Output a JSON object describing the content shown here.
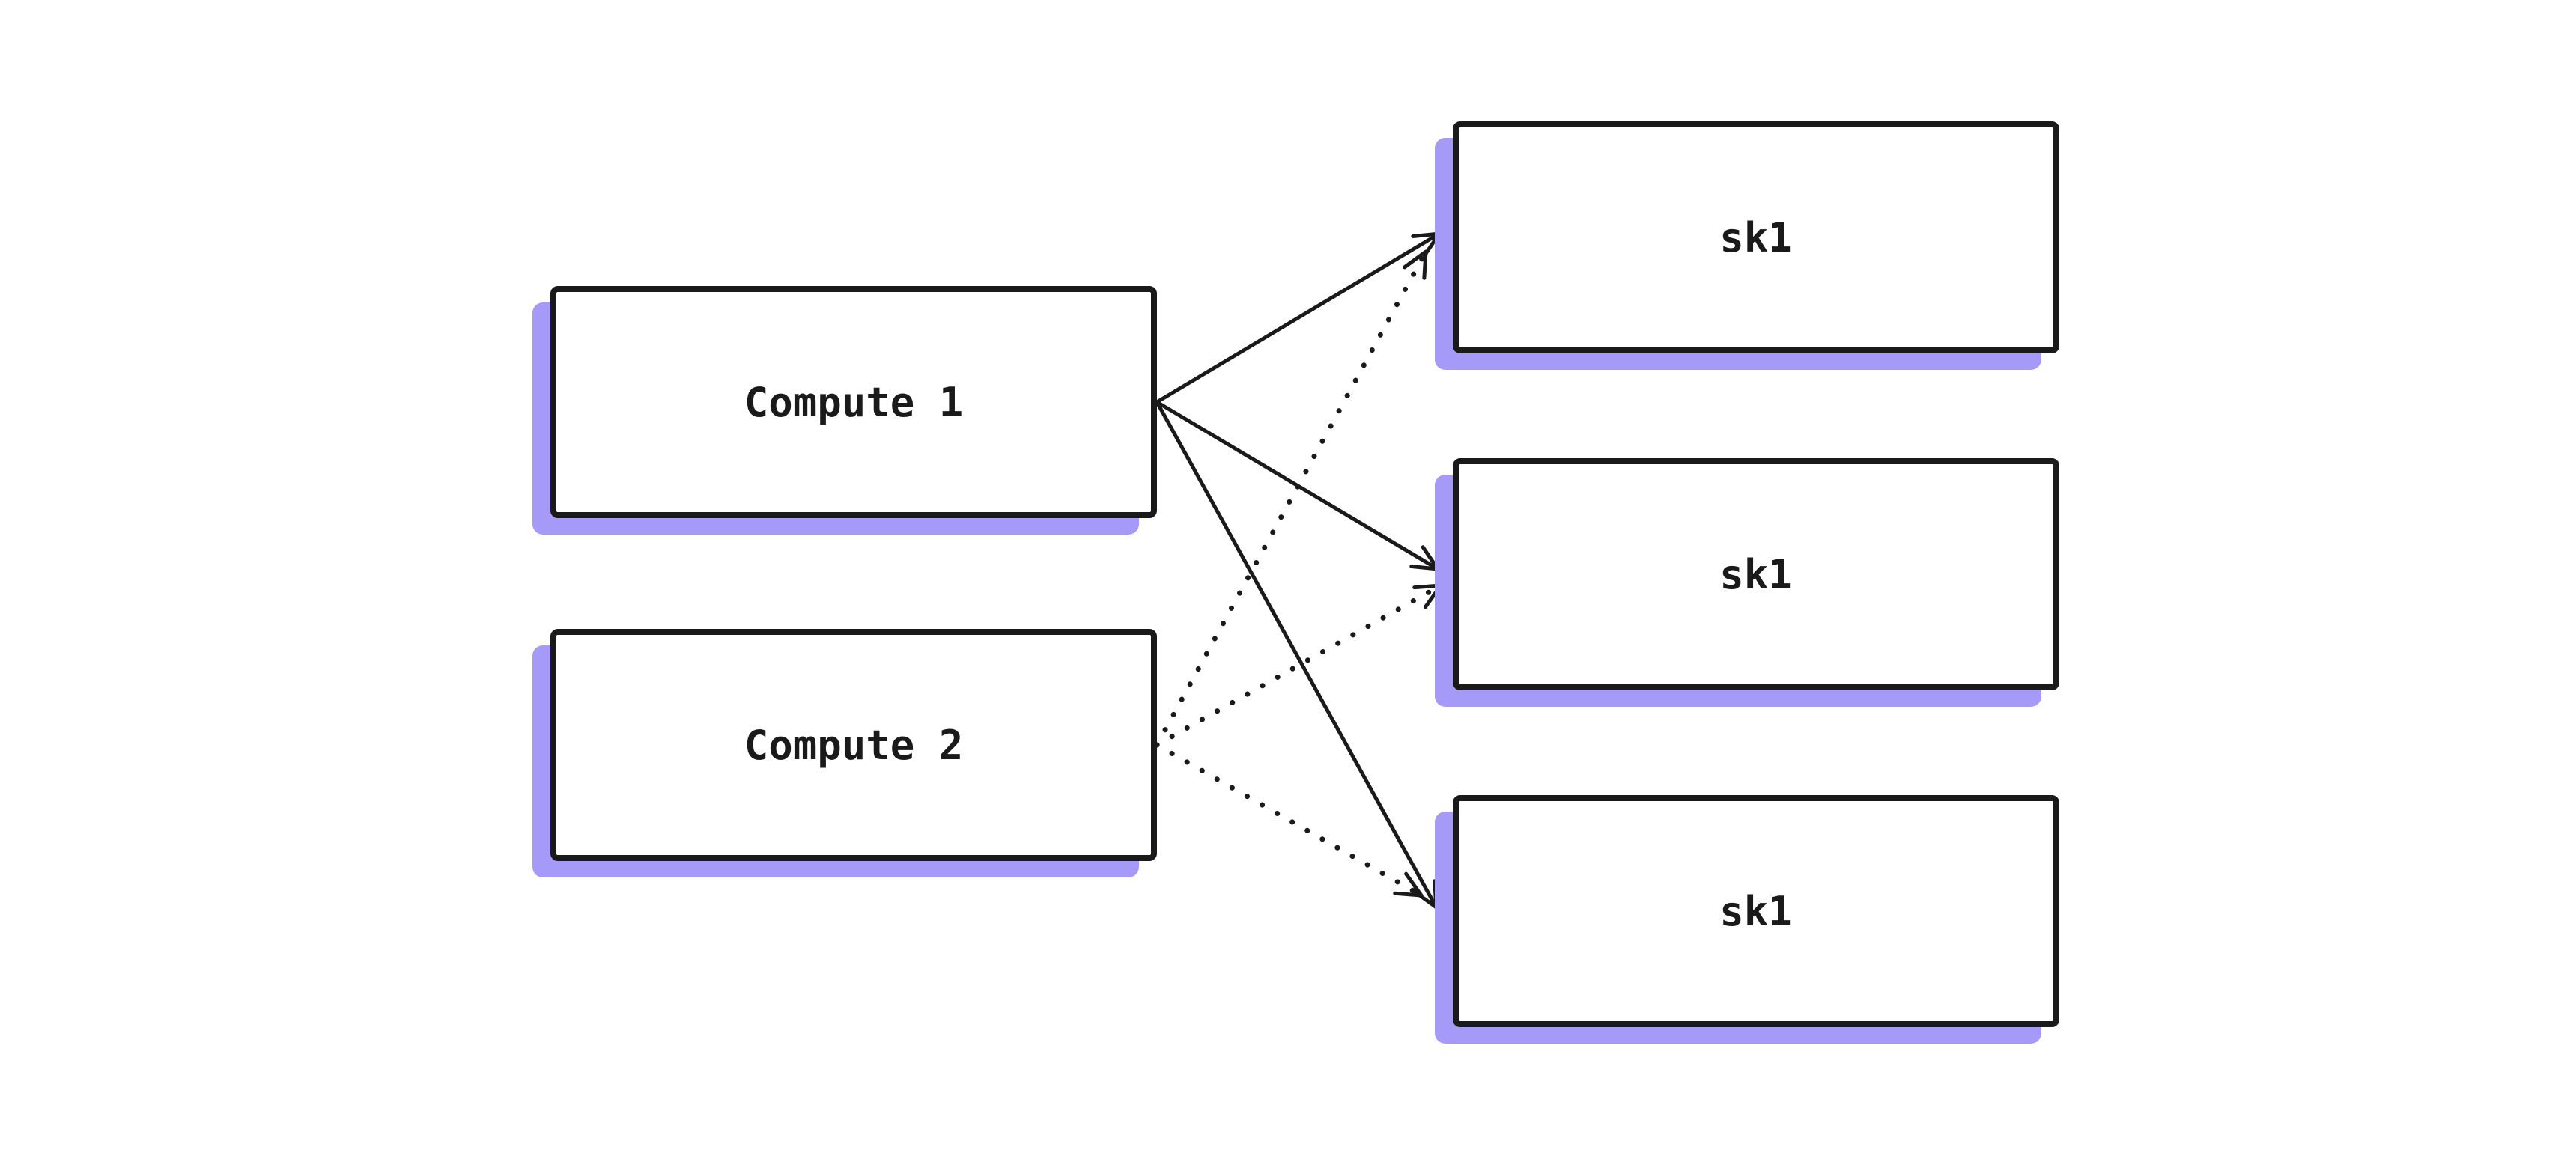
{
  "diagram": {
    "background_color": "#ffffff",
    "stroke_color": "#1a1a1a",
    "shadow_color": "#a59af8",
    "node_fill_color": "#ffffff",
    "nodes": [
      {
        "id": "compute1",
        "label": "Compute 1",
        "shape": "rectangle"
      },
      {
        "id": "compute2",
        "label": "Compute 2",
        "shape": "rectangle"
      },
      {
        "id": "sk1_top",
        "label": "sk1",
        "shape": "rectangle"
      },
      {
        "id": "sk1_middle",
        "label": "sk1",
        "shape": "rectangle"
      },
      {
        "id": "sk1_bottom",
        "label": "sk1",
        "shape": "rectangle"
      }
    ],
    "edges": [
      {
        "from": "compute1",
        "to": "sk1_top",
        "line_style": "solid",
        "arrowhead": "open"
      },
      {
        "from": "compute1",
        "to": "sk1_middle",
        "line_style": "solid",
        "arrowhead": "open"
      },
      {
        "from": "compute1",
        "to": "sk1_bottom",
        "line_style": "solid",
        "arrowhead": "open"
      },
      {
        "from": "compute2",
        "to": "sk1_top",
        "line_style": "dotted",
        "arrowhead": "open"
      },
      {
        "from": "compute2",
        "to": "sk1_middle",
        "line_style": "dotted",
        "arrowhead": "open"
      },
      {
        "from": "compute2",
        "to": "sk1_bottom",
        "line_style": "dotted",
        "arrowhead": "open"
      }
    ]
  }
}
